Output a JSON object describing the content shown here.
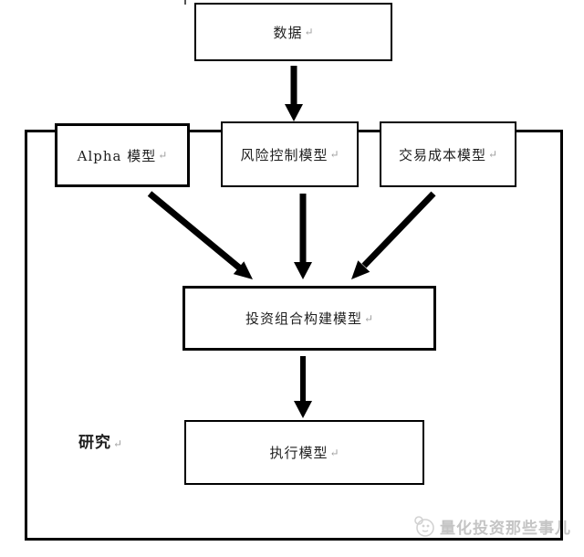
{
  "diagram": {
    "nodes": {
      "data": "数据",
      "alpha": "Alpha 模型",
      "risk": "风险控制模型",
      "cost": "交易成本模型",
      "portfolio": "投资组合构建模型",
      "execution": "执行模型"
    },
    "container_label": "研究",
    "return_mark": "↵"
  },
  "watermark": {
    "text": "量化投资那些事儿",
    "icon": "mascot-logo-icon"
  },
  "colors": {
    "line": "#000000",
    "text": "#1f1f1f",
    "return_mark": "#9e9e9e",
    "watermark": "#c4c4c4"
  }
}
